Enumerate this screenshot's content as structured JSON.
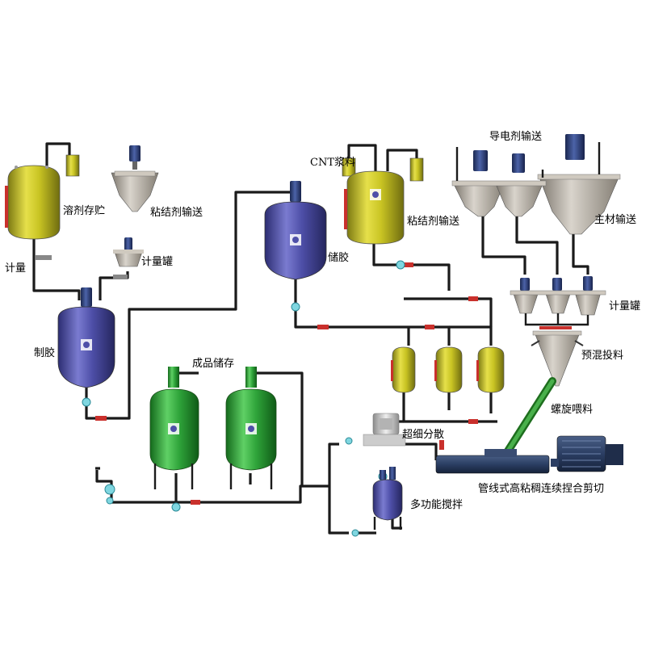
{
  "labels": {
    "solvent_storage": "溶剂存贮",
    "binder_feed_1": "粘结剂输送",
    "metering_left": "计量",
    "metering_tank_1": "计量罐",
    "glue_making": "制胶",
    "glue_storage": "储胶",
    "cnt_slurry": "CNT浆料",
    "binder_feed_2": "粘结剂输送",
    "conductive_feed": "导电剂输送",
    "main_material_feed": "主材输送",
    "metering_tank_2": "计量罐",
    "premix_feed": "预混投料",
    "screw_feeder": "螺旋喂料",
    "ultrafine_dispersion": "超细分散",
    "product_storage": "成品储存",
    "multifunction_mixer": "多功能搅拌",
    "inline_kneader": "管线式高粘稠连续捏合剪切"
  },
  "colors": {
    "yellow_tank": "#c9c423",
    "blue_tank": "#4e4fa8",
    "green_tank": "#2fa43a",
    "hopper_gray": "#b8b2a8",
    "motor_blue": "#2c3f78",
    "pipe": "#1a1a1a",
    "valve_red": "#c9302c",
    "valve_cyan": "#7fd6e0",
    "screw_green": "#3a9a3a",
    "kneader_blue": "#2b3e63"
  }
}
